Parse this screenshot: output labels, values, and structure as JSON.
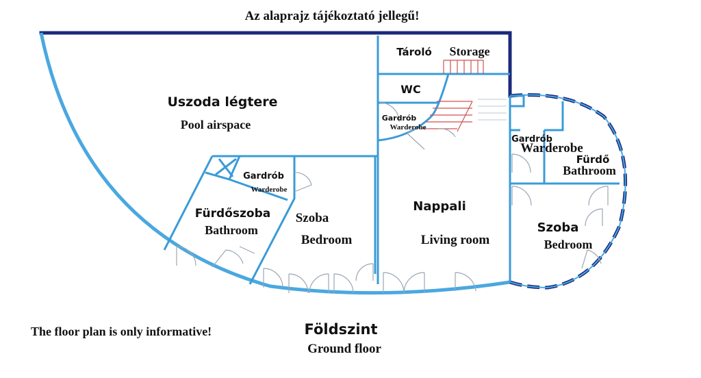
{
  "header": {
    "note_hu": "Az alaprajz tájékoztató jellegű!"
  },
  "footer": {
    "note_en": "The floor plan is only informative!",
    "floor_hu": "Földszint",
    "floor_en": "Ground floor"
  },
  "rooms": {
    "pool_hu": "Uszoda légtere",
    "pool_en": "Pool airspace",
    "storage_hu": "Tároló",
    "storage_en": "Storage",
    "wc": "WC",
    "wardrobe_center_hu": "Gardrób",
    "wardrobe_center_en": "Warderobe",
    "wardrobe_left_hu": "Gardrób",
    "wardrobe_left_en": "Warderobe",
    "bathroom_left_hu": "Fürdőszoba",
    "bathroom_left_en": "Bathroom",
    "bedroom_left_hu": "Szoba",
    "bedroom_left_en": "Bedroom",
    "living_hu": "Nappali",
    "living_en": "Living room",
    "wardrobe_right_hu": "Gardrób",
    "wardrobe_right_en": "Warderobe",
    "bathroom_right_hu": "Fürdő",
    "bathroom_right_en": "Bathroom",
    "bedroom_right_hu": "Szoba",
    "bedroom_right_en": "Bedroom"
  },
  "colors": {
    "outer_wall_dark": "#1a2a7a",
    "outer_wall_light": "#4aa8e0",
    "inner_wall": "#3a9bd8",
    "stair": "#d05050"
  }
}
